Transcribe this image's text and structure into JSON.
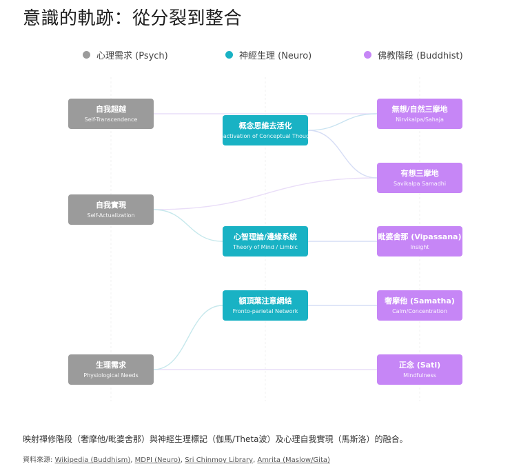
{
  "title": "意識的軌跡：從分裂到整合",
  "legend": [
    {
      "label": "心理需求 (Psych)",
      "color": "#9b9b9b"
    },
    {
      "label": "神經生理 (Neuro)",
      "color": "#19b2c4"
    },
    {
      "label": "佛教階段 (Buddhist)",
      "color": "#c686f6"
    }
  ],
  "nodes": {
    "psych": [
      {
        "title": "自我超越",
        "subtitle": "Self-Transcendence"
      },
      {
        "title": "自我實現",
        "subtitle": "Self-Actualization"
      },
      {
        "title": "生理需求",
        "subtitle": "Physiological Needs"
      }
    ],
    "neuro": [
      {
        "title": "概念思維去活化",
        "subtitle": "Deactivation of Conceptual Thought"
      },
      {
        "title": "心智理論/邊緣系統",
        "subtitle": "Theory of Mind / Limbic"
      },
      {
        "title": "額頂葉注意網絡",
        "subtitle": "Fronto-parietal Network"
      }
    ],
    "buddhist": [
      {
        "title": "無想/自然三摩地",
        "subtitle": "Nirvikalpa/Sahaja"
      },
      {
        "title": "有想三摩地",
        "subtitle": "Savikalpa Samadhi"
      },
      {
        "title": "毗婆舍那 (Vipassana)",
        "subtitle": "Insight"
      },
      {
        "title": "奢摩他 (Samatha)",
        "subtitle": "Calm/Concentration"
      },
      {
        "title": "正念 (Sati)",
        "subtitle": "Mindfulness"
      }
    ]
  },
  "colors": {
    "psych": "#9b9b9b",
    "neuro": "#19b2c4",
    "buddhist": "#c686f6"
  },
  "description": "映射禪修階段（奢摩他/毗婆舍那）與神經生理標記（伽馬/Theta波）及心理自我實現（馬斯洛）的融合。",
  "sources": {
    "prefix": "資料來源: ",
    "links": [
      "Wikipedia (Buddhism)",
      "MDPI (Neuro)",
      "Sri Chinmoy Library",
      "Amrita (Maslow/Gita)"
    ],
    "separator": ", "
  }
}
